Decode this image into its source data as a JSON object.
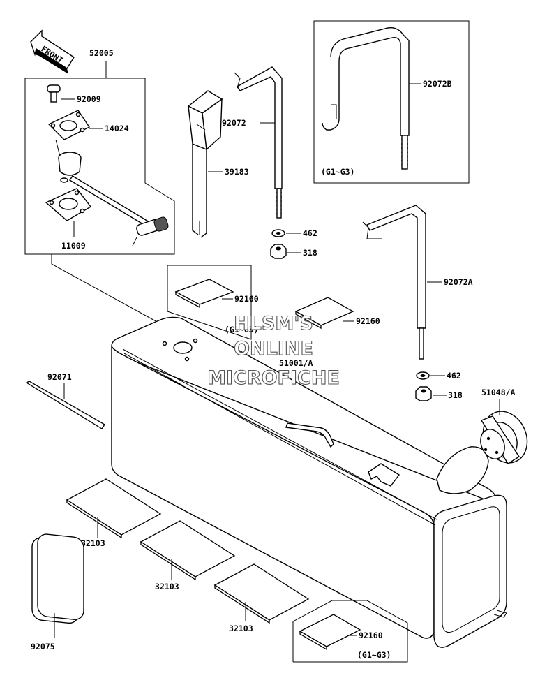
{
  "front_arrow": {
    "label": "FRONT"
  },
  "watermark": {
    "line1": "HLSM'S",
    "line2": "ONLINE",
    "line3": "MICROFICHE"
  },
  "parts": {
    "p52005": "52005",
    "p92009": "92009",
    "p14024": "14024",
    "p11009": "11009",
    "p39183": "39183",
    "p92072": "92072",
    "p92072B": "92072B",
    "p92072A": "92072A",
    "p462_top": "462",
    "p318_top": "318",
    "p462_bot": "462",
    "p318_bot": "318",
    "p92160_box": "92160",
    "p92160_mid": "92160",
    "p92160_low": "92160",
    "p51001A": "51001/A",
    "p51048A": "51048/A",
    "p92071": "92071",
    "p32103_a": "32103",
    "p32103_b": "32103",
    "p32103_c": "32103",
    "p92075": "92075"
  },
  "variants": {
    "box_92072B": "(G1~G3)",
    "box_92160_top": "(G1~G3)",
    "box_92160_bot": "(G1~G3)"
  }
}
